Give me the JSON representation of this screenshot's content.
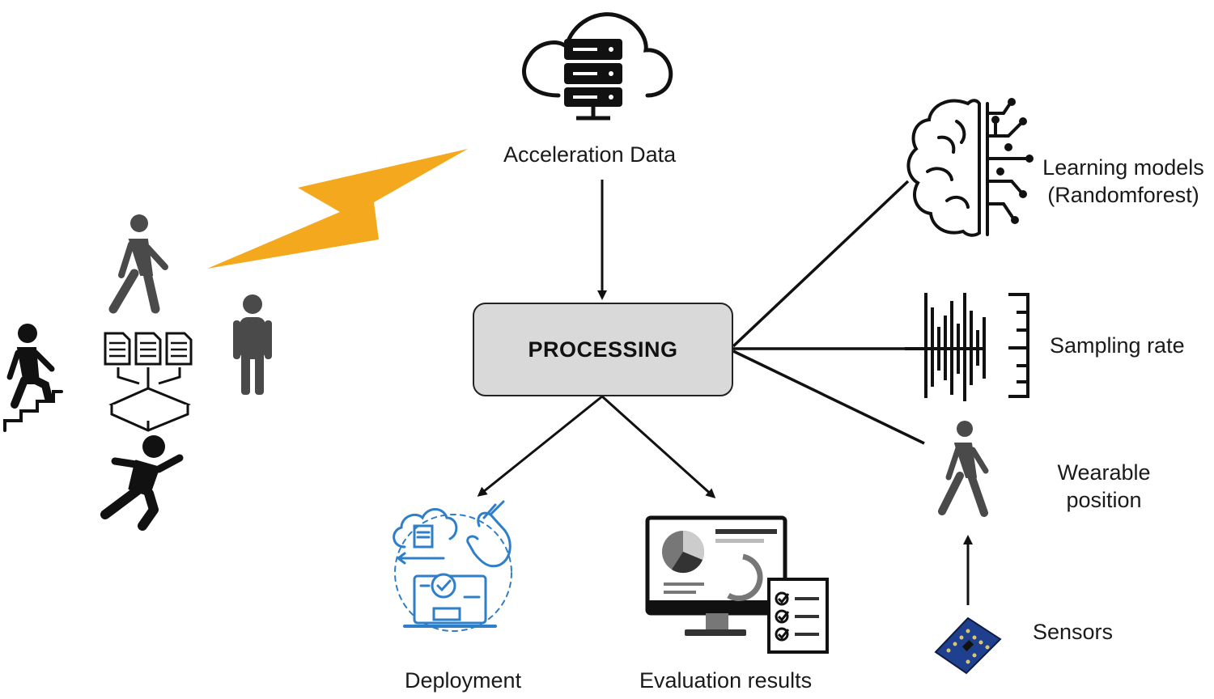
{
  "labels": {
    "acceleration_data": "Acceleration Data",
    "processing": "PROCESSING",
    "learning_models_line1": "Learning models",
    "learning_models_line2": "(Randomforest)",
    "sampling_rate": "Sampling rate",
    "wearable_position_line1": "Wearable",
    "wearable_position_line2": "position",
    "sensors": "Sensors",
    "deployment": "Deployment",
    "evaluation_results": "Evaluation results"
  },
  "colors": {
    "lightning": "#f4a81d",
    "processing_fill": "#d9d9d9",
    "person": "#4a4a4a",
    "deployment_blue": "#2f7fc8",
    "sensor_board": "#1f3f8f"
  }
}
